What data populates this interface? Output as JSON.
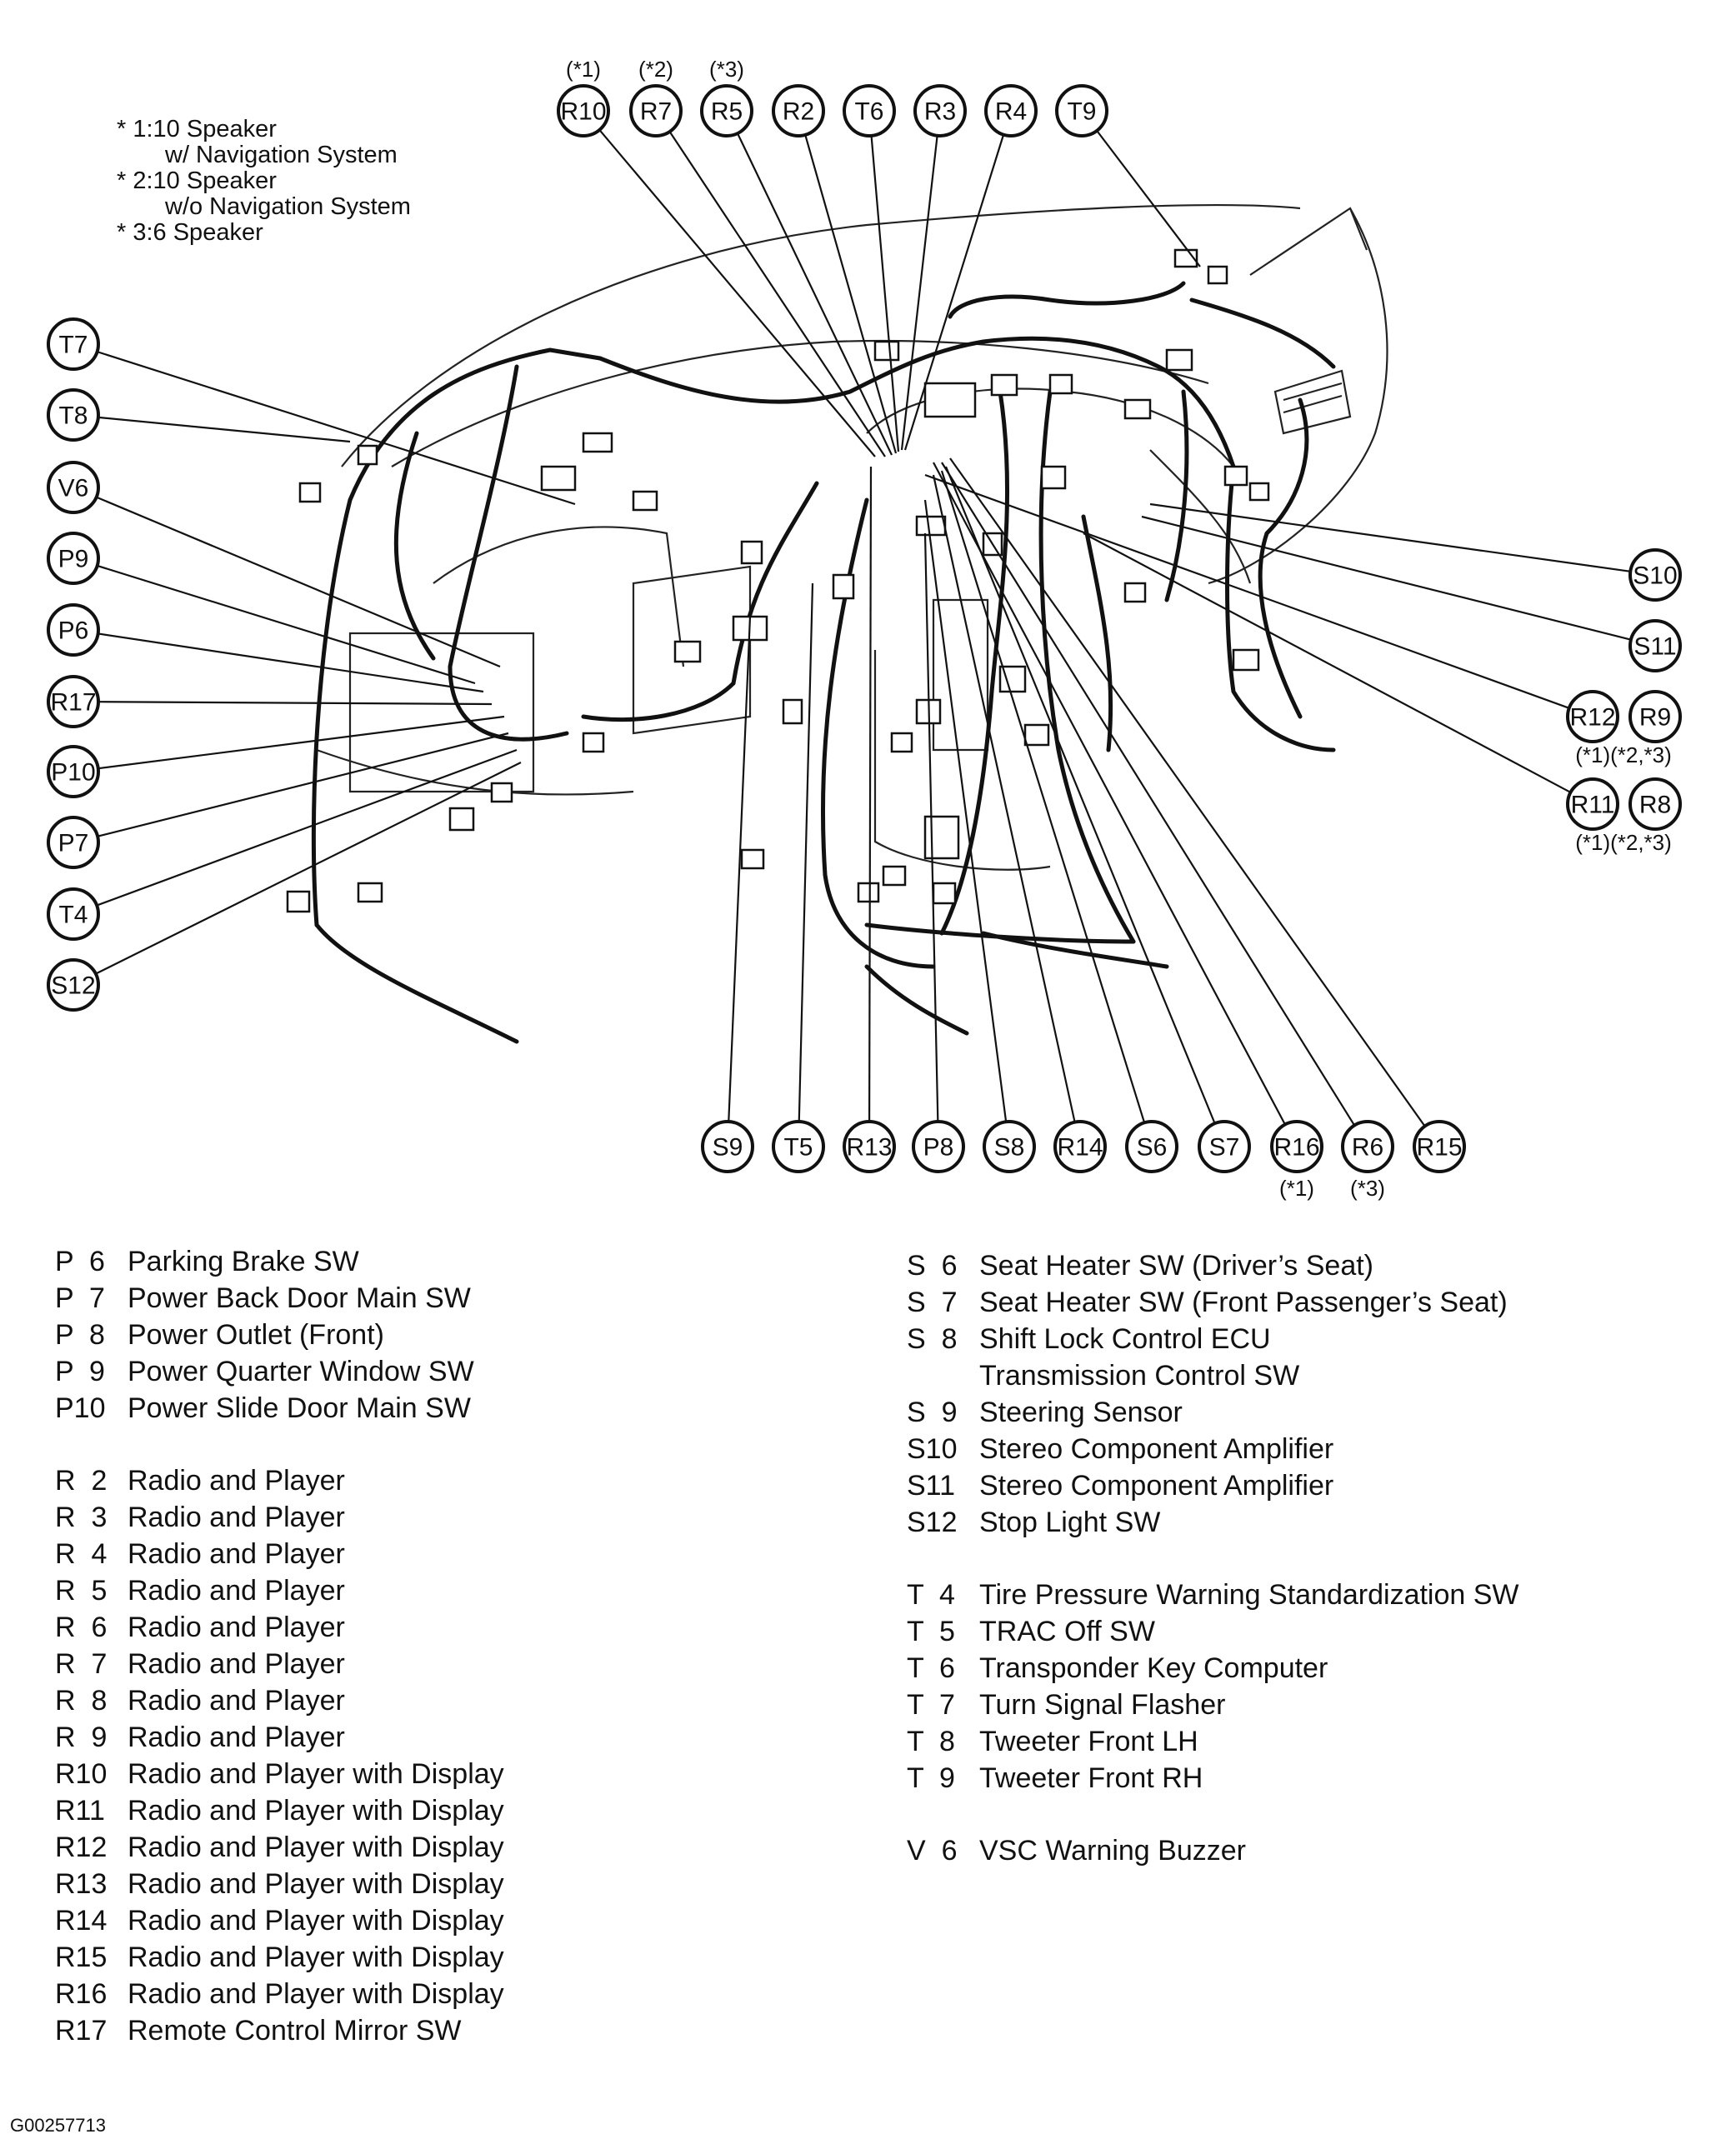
{
  "footnotes": [
    {
      "mark": "* 1:",
      "text": "10 Speaker"
    },
    {
      "mark": "",
      "text": "w/ Navigation System"
    },
    {
      "mark": "* 2:",
      "text": "10 Speaker"
    },
    {
      "mark": "",
      "text": "w/o Navigation System"
    },
    {
      "mark": "* 3:",
      "text": "6 Speaker"
    }
  ],
  "callouts": {
    "top": [
      {
        "id": "R10",
        "note": "(*1)"
      },
      {
        "id": "R7",
        "note": "(*2)"
      },
      {
        "id": "R5",
        "note": "(*3)"
      },
      {
        "id": "R2",
        "note": ""
      },
      {
        "id": "T6",
        "note": ""
      },
      {
        "id": "R3",
        "note": ""
      },
      {
        "id": "R4",
        "note": ""
      },
      {
        "id": "T9",
        "note": ""
      }
    ],
    "left": [
      "T7",
      "T8",
      "V6",
      "P9",
      "P6",
      "R17",
      "P10",
      "P7",
      "T4",
      "S12"
    ],
    "right": [
      {
        "ids": [
          "S10"
        ],
        "note": ""
      },
      {
        "ids": [
          "S11"
        ],
        "note": ""
      },
      {
        "ids": [
          "R12",
          "R9"
        ],
        "note": "(*1)(*2,*3)"
      },
      {
        "ids": [
          "R11",
          "R8"
        ],
        "note": "(*1)(*2,*3)"
      }
    ],
    "bottom": [
      {
        "id": "S9",
        "note": ""
      },
      {
        "id": "T5",
        "note": ""
      },
      {
        "id": "R13",
        "note": ""
      },
      {
        "id": "P8",
        "note": ""
      },
      {
        "id": "S8",
        "note": ""
      },
      {
        "id": "R14",
        "note": ""
      },
      {
        "id": "S6",
        "note": ""
      },
      {
        "id": "S7",
        "note": ""
      },
      {
        "id": "R16",
        "note": "(*1)"
      },
      {
        "id": "R6",
        "note": "(*3)"
      },
      {
        "id": "R15",
        "note": ""
      }
    ]
  },
  "legend": {
    "left": [
      {
        "code": "P  6",
        "desc": "Parking Brake SW"
      },
      {
        "code": "P  7",
        "desc": "Power Back Door Main SW"
      },
      {
        "code": "P  8",
        "desc": "Power Outlet (Front)"
      },
      {
        "code": "P  9",
        "desc": "Power Quarter Window SW"
      },
      {
        "code": "P10",
        "desc": "Power Slide Door Main SW"
      },
      {
        "code": "R  2",
        "desc": "Radio and Player",
        "gap": true
      },
      {
        "code": "R  3",
        "desc": "Radio and Player"
      },
      {
        "code": "R  4",
        "desc": "Radio and Player"
      },
      {
        "code": "R  5",
        "desc": "Radio and Player"
      },
      {
        "code": "R  6",
        "desc": "Radio and Player"
      },
      {
        "code": "R  7",
        "desc": "Radio and Player"
      },
      {
        "code": "R  8",
        "desc": "Radio and Player"
      },
      {
        "code": "R  9",
        "desc": "Radio and Player"
      },
      {
        "code": "R10",
        "desc": "Radio and Player with Display"
      },
      {
        "code": "R11",
        "desc": "Radio and Player with Display"
      },
      {
        "code": "R12",
        "desc": "Radio and Player with Display"
      },
      {
        "code": "R13",
        "desc": "Radio and Player with Display"
      },
      {
        "code": "R14",
        "desc": "Radio and Player with Display"
      },
      {
        "code": "R15",
        "desc": "Radio and Player with Display"
      },
      {
        "code": "R16",
        "desc": "Radio and Player with Display"
      },
      {
        "code": "R17",
        "desc": "Remote Control Mirror SW"
      }
    ],
    "right": [
      {
        "code": "S  6",
        "desc": "Seat Heater SW (Driver’s Seat)"
      },
      {
        "code": "S  7",
        "desc": "Seat Heater SW (Front Passenger’s Seat)"
      },
      {
        "code": "S  8",
        "desc": "Shift Lock Control ECU"
      },
      {
        "code": "",
        "desc": "Transmission Control SW"
      },
      {
        "code": "S  9",
        "desc": "Steering Sensor"
      },
      {
        "code": "S10",
        "desc": "Stereo Component Amplifier"
      },
      {
        "code": "S11",
        "desc": "Stereo Component Amplifier"
      },
      {
        "code": "S12",
        "desc": "Stop Light SW"
      },
      {
        "code": "T  4",
        "desc": "Tire Pressure Warning Standardization SW",
        "gap": true
      },
      {
        "code": "T  5",
        "desc": "TRAC Off SW"
      },
      {
        "code": "T  6",
        "desc": "Transponder Key Computer"
      },
      {
        "code": "T  7",
        "desc": "Turn Signal Flasher"
      },
      {
        "code": "T  8",
        "desc": "Tweeter Front LH"
      },
      {
        "code": "T  9",
        "desc": "Tweeter Front RH"
      },
      {
        "code": "V  6",
        "desc": "VSC Warning Buzzer",
        "gap": true
      }
    ]
  },
  "figure_id": "G00257713"
}
